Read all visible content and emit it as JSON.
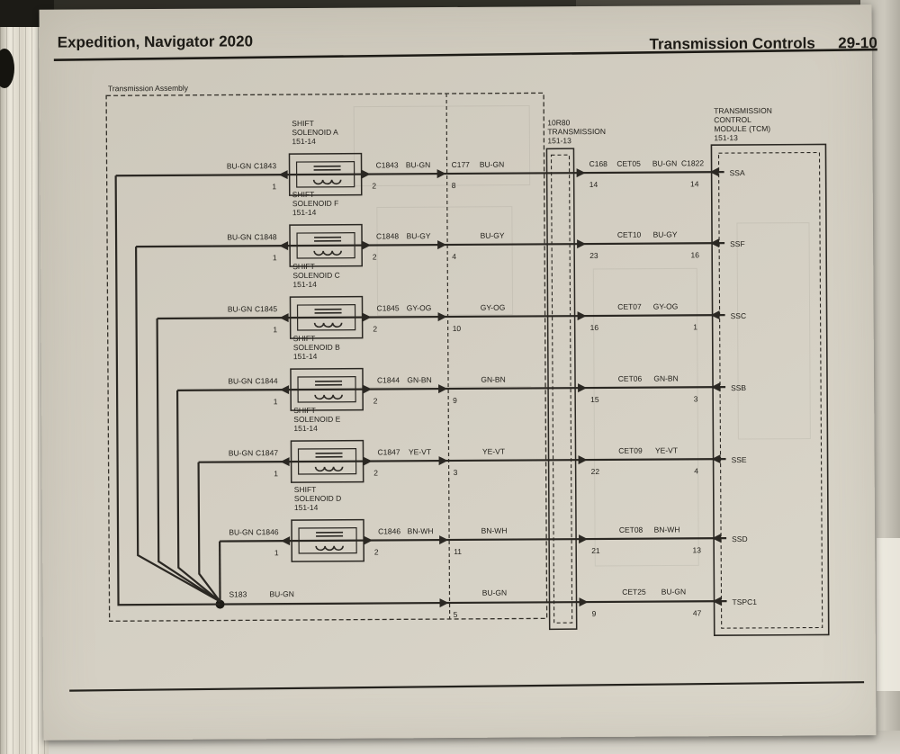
{
  "colors": {
    "page_bg": "#d3cec2",
    "ink": "#2b2823"
  },
  "header": {
    "left_title": "Expedition, Navigator 2020",
    "right_title": "Transmission Controls",
    "page_number": "29-10"
  },
  "diagram": {
    "assembly_label": "Transmission Assembly",
    "transmission_box": {
      "lines": [
        "10R80",
        "TRANSMISSION",
        "151-13"
      ]
    },
    "tcm_box": {
      "lines": [
        "TRANSMISSION",
        "CONTROL",
        "MODULE (TCM)",
        "151-13"
      ]
    },
    "rows": [
      {
        "title": [
          "SHIFT",
          "SOLENOID A",
          "151-14"
        ],
        "left_wire": "BU-GN",
        "left_conn": "C1843",
        "left_pin": "1",
        "mid_conn": "C1843",
        "mid_pin": "2",
        "mid_wire": "BU-GN",
        "c177_label": "C177",
        "c177_pin": "8",
        "right_wire": "BU-GN",
        "out_conn": "C168",
        "out_pin": "14",
        "circuit": "CET05",
        "circuit_wire": "BU-GN",
        "tcm_conn": "C1822",
        "tcm_pin": "14",
        "tcm_label": "SSA"
      },
      {
        "title": [
          "SHIFT",
          "SOLENOID F",
          "151-14"
        ],
        "left_wire": "BU-GN",
        "left_conn": "C1848",
        "left_pin": "1",
        "mid_conn": "C1848",
        "mid_pin": "2",
        "mid_wire": "BU-GY",
        "c177_label": "",
        "c177_pin": "4",
        "right_wire": "BU-GY",
        "out_conn": "",
        "out_pin": "23",
        "circuit": "CET10",
        "circuit_wire": "BU-GY",
        "tcm_conn": "",
        "tcm_pin": "16",
        "tcm_label": "SSF"
      },
      {
        "title": [
          "SHIFT",
          "SOLENOID C",
          "151-14"
        ],
        "left_wire": "BU-GN",
        "left_conn": "C1845",
        "left_pin": "1",
        "mid_conn": "C1845",
        "mid_pin": "2",
        "mid_wire": "GY-OG",
        "c177_label": "",
        "c177_pin": "10",
        "right_wire": "GY-OG",
        "out_conn": "",
        "out_pin": "16",
        "circuit": "CET07",
        "circuit_wire": "GY-OG",
        "tcm_conn": "",
        "tcm_pin": "1",
        "tcm_label": "SSC"
      },
      {
        "title": [
          "SHIFT",
          "SOLENOID B",
          "151-14"
        ],
        "left_wire": "BU-GN",
        "left_conn": "C1844",
        "left_pin": "1",
        "mid_conn": "C1844",
        "mid_pin": "2",
        "mid_wire": "GN-BN",
        "c177_label": "",
        "c177_pin": "9",
        "right_wire": "GN-BN",
        "out_conn": "",
        "out_pin": "15",
        "circuit": "CET06",
        "circuit_wire": "GN-BN",
        "tcm_conn": "",
        "tcm_pin": "3",
        "tcm_label": "SSB"
      },
      {
        "title": [
          "SHIFT",
          "SOLENOID E",
          "151-14"
        ],
        "left_wire": "BU-GN",
        "left_conn": "C1847",
        "left_pin": "1",
        "mid_conn": "C1847",
        "mid_pin": "2",
        "mid_wire": "YE-VT",
        "c177_label": "",
        "c177_pin": "3",
        "right_wire": "YE-VT",
        "out_conn": "",
        "out_pin": "22",
        "circuit": "CET09",
        "circuit_wire": "YE-VT",
        "tcm_conn": "",
        "tcm_pin": "4",
        "tcm_label": "SSE"
      },
      {
        "title": [
          "SHIFT",
          "SOLENOID D",
          "151-14"
        ],
        "left_wire": "BU-GN",
        "left_conn": "C1846",
        "left_pin": "1",
        "mid_conn": "C1846",
        "mid_pin": "2",
        "mid_wire": "BN-WH",
        "c177_label": "",
        "c177_pin": "11",
        "right_wire": "BN-WH",
        "out_conn": "",
        "out_pin": "21",
        "circuit": "CET08",
        "circuit_wire": "BN-WH",
        "tcm_conn": "",
        "tcm_pin": "13",
        "tcm_label": "SSD"
      }
    ],
    "splice_row": {
      "splice": "S183",
      "wire1": "BU-GN",
      "pin1": "5",
      "wire2": "BU-GN",
      "pin2": "9",
      "circuit": "CET25",
      "circuit_wire": "BU-GN",
      "tcm_pin": "47",
      "tcm_label": "TSPC1"
    }
  }
}
